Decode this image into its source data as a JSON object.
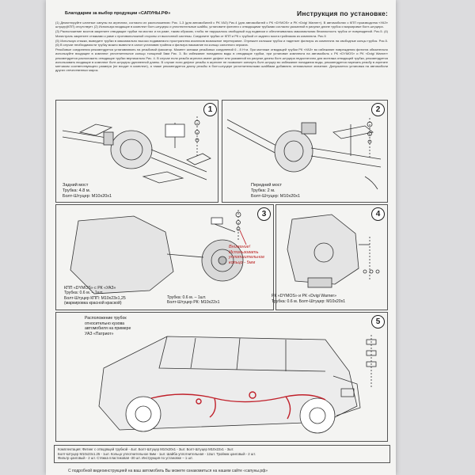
{
  "header": {
    "thanks": "Благодарим за выбор продукции «САПУНЫ.РФ»",
    "title": "Инструкция по установке:"
  },
  "intro": [
    "(1) Демонтируйте штатные сапуны на агрегатах, согласно их расположению: Рис. 1-3 (для автомобилей с РК УАЗ) Рис.4 (для автомобилей с РК «DYMOS» и РК «Dvigi Warner»). В автомобилях с КПП производства «УАЗ» штуцер(КПП) отсутствует. (2) Используя входящие в комплект болт-штуцеры и уплотнительные шайбы, установите фитинги с отводящими трубками согласно указанной в рисунке длине трубок и маркировке болт-штуцера.",
    "(3) Расположение мостов закрепите отводящие трубки на мостах и на раме, таким образом, чтобы не нарушалось свободный ход подвески и обеспечивалась максимальная безопасность трубок от повреждений. Рис.5. (4) Магистраль закрепите стяжками к раме с противоположной стороны от выхлопной системы. Соедините трубки от КПП и РК с трубкой от заднего моста тройником из комплекта. Рис.5",
    "(5) Используя стяжки, выведите трубки в максимально высоко подаваемого пространства исключив возможное перетирание. Отрежьте излишки трубок и наденьте фильтры из комплекта на свободные концы трубок. Рис.5. (6) В случае необходимости трубку можно вывести в салон установив тройник и фильтра наказание на кольцо салонного зеркала.",
    "Резьбовые соединения рекомендуется устанавливать на резьбовой фиксатор. Момент затяжки резьбовых соединений 6 - 8 Н·м. При монтаже отводящей трубки РК «УАЗ» во избежание повреждения фитинга обязательно используйте входящее в комплект уплотнительное кольцо толщиной 5мм Рис. 3. Во избежание попадания воды в отводящие трубки, при установке комплекта на автомобиль с РК «DYMOS» и РК «Dvigi Warner» рекомендуется расположить отводящие трубки вертикально Рис. 4. В случае если резьба агрегата имеет дефект или указанной на рисунке длины болт-штуцера недостаточно для монтажа отводящей трубки, рекомендуется использовать входящие в комплект болт-штуцеры удлиненной длины. В случае если дефект резьбы в агрегате не позволяет затянуть болт-штуцер во избежание попадания воды, рекомендуется нарезать резьбу в агрегате метчиком соответствующего размера (не входит в комплект), а также рекомендуется длину резьбы в болт-штуцере уплотнительными шайбами добавлять оптимальное значение. Допускается установка на автомобили других отечественных марок."
  ],
  "panels": {
    "p1": {
      "num": "1",
      "lines": [
        "Задний мост",
        "Трубка: 4.8 м.",
        "Болт-Штуцер: М10х20х1"
      ]
    },
    "p2": {
      "num": "2",
      "lines": [
        "Передний мост",
        "Трубка: 2 м.",
        "Болт-Штуцер: М10х20х1"
      ]
    },
    "p3": {
      "num": "3",
      "warning": [
        "Внимание!",
        "Использовать",
        "уплотнительное",
        "кольцо - 5мм"
      ],
      "lines_a": [
        "КПП «DYMOS» с РК «УАЗ»",
        "Трубка: 0.6 м. – 1шт.",
        "Болт-Штуцер КПП: М10х23х1,25",
        "(маркировка красной краской)"
      ],
      "lines_b": [
        "Трубка: 0.6 м. – 1шт.",
        "Болт-Штуцер РК: М10х22х1"
      ]
    },
    "p4": {
      "num": "4",
      "lines": [
        "РК «DYMOS» и РК «Dvigi Warner»",
        "Трубка: 0.6 м. Болт-Штуцер: М10х20х1"
      ]
    },
    "p5": {
      "num": "5",
      "lines": [
        "Расположение трубок",
        "относительно кузова",
        "автомобиля на примере",
        "УАЗ «Патриот»"
      ]
    }
  },
  "footer": {
    "lines": [
      "Комплектация: Фитинг с отводящей трубкой - 4шт. Болт-Штуцер М10х20х1 - 3шт. Болт-Штуцер М10х22х1 - 3шт.",
      "Болт-Штуцер М10х23х1.25 - 1шт. Кольцо уплотнительное 5мм - 1шт. Шайба уплотнительная - 12шт. Тройник цанговый - 2 шт.",
      "Фильтр цанговый - 2 шт. Стяжка пластиковая -30 шт. Инструкция по установке – 1 шт."
    ],
    "note": "С подробной видеоинструкцией на ваш автомобиль Вы можете ознакомиться на нашем сайте «сапуны.рф»"
  },
  "colors": {
    "accent_red": "#c0202a",
    "line": "#333333"
  }
}
